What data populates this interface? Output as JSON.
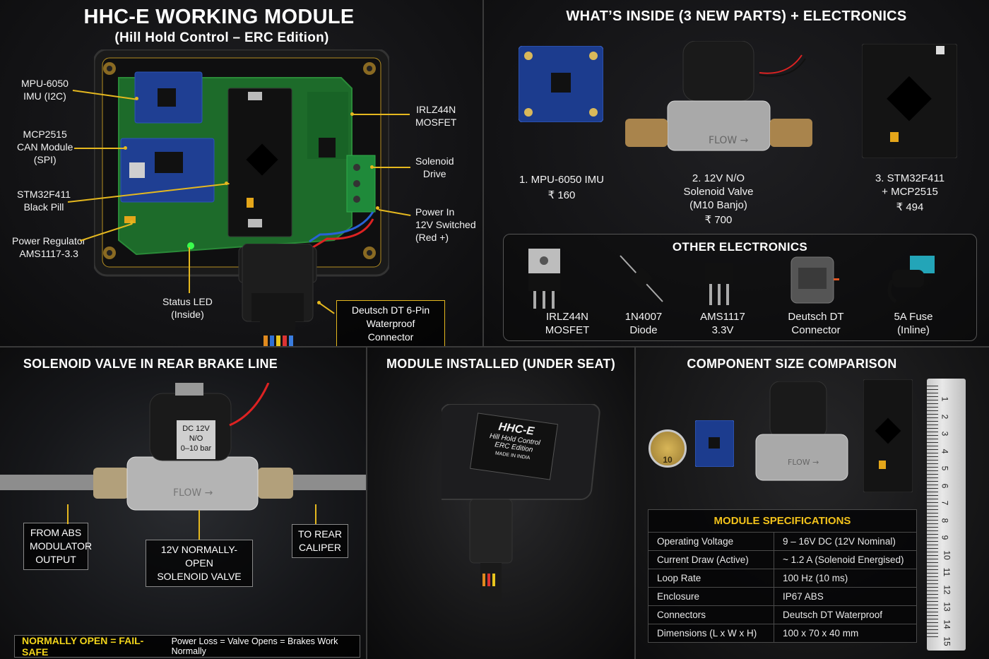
{
  "module_panel": {
    "title": "HHC-E WORKING MODULE",
    "subtitle": "(Hill Hold Control – ERC Edition)",
    "callouts": {
      "imu": [
        "MPU-6050",
        "IMU (I2C)"
      ],
      "can": [
        "MCP2515",
        "CAN Module",
        "(SPI)"
      ],
      "mcu": [
        "STM32F411",
        "Black Pill"
      ],
      "reg": [
        "Power Regulator",
        "AMS1117-3.3"
      ],
      "led": [
        "Status LED",
        "(Inside)"
      ],
      "mosfet": [
        "IRLZ44N",
        "MOSFET"
      ],
      "drive": [
        "Solenoid",
        "Drive"
      ],
      "power": [
        "Power In",
        "12V Switched",
        "(Red +)"
      ],
      "connector": [
        "Deutsch DT 6-Pin",
        "Waterproof Connector"
      ]
    }
  },
  "inside_panel": {
    "title": "WHAT’S INSIDE (3 NEW PARTS) + ELECTRONICS",
    "parts": [
      {
        "lines": [
          "1. MPU-6050 IMU",
          "₹ 160"
        ]
      },
      {
        "lines": [
          "2. 12V N/O",
          "Solenoid Valve",
          "(M10 Banjo)",
          "₹ 700"
        ]
      },
      {
        "lines": [
          "3. STM32F411",
          "+ MCP2515",
          "₹ 494"
        ]
      }
    ],
    "other_title": "OTHER ELECTRONICS",
    "other": [
      {
        "lines": [
          "IRLZ44N",
          "MOSFET"
        ],
        "icon": "mosfet-icon"
      },
      {
        "lines": [
          "1N4007",
          "Diode"
        ],
        "icon": "diode-icon"
      },
      {
        "lines": [
          "AMS1117",
          "3.3V"
        ],
        "icon": "regulator-icon"
      },
      {
        "lines": [
          "Deutsch DT",
          "Connector"
        ],
        "icon": "connector-icon"
      },
      {
        "lines": [
          "5A Fuse",
          "(Inline)"
        ],
        "icon": "fuse-icon"
      }
    ]
  },
  "brake_panel": {
    "title": "SOLENOID VALVE IN REAR BRAKE LINE",
    "valve_label": [
      "DC 12V",
      "N/O",
      "0–10 bar"
    ],
    "flow_text": "FLOW",
    "from_abs": [
      "FROM ABS",
      "MODULATOR",
      "OUTPUT"
    ],
    "valve_callout": [
      "12V NORMALLY-OPEN",
      "SOLENOID VALVE"
    ],
    "to_caliper": [
      "TO REAR",
      "CALIPER"
    ],
    "failsafe_highlight": "NORMALLY OPEN = FAIL-SAFE",
    "failsafe_note": "Power Loss = Valve Opens = Brakes Work Normally"
  },
  "install_panel": {
    "title": "MODULE INSTALLED (UNDER SEAT)",
    "box_title": "HHC-E",
    "box_sub1": "Hill Hold Control",
    "box_sub2": "ERC Edition",
    "box_made": "MADE IN INDIA"
  },
  "size_panel": {
    "title": "COMPONENT SIZE COMPARISON",
    "coin_text": "10",
    "ruler_numbers": [
      "1",
      "2",
      "3",
      "4",
      "5",
      "6",
      "7",
      "8",
      "9",
      "10",
      "11",
      "12",
      "13",
      "14",
      "15"
    ],
    "spec_title": "MODULE SPECIFICATIONS",
    "specs": [
      [
        "Operating Voltage",
        "9 – 16V DC (12V Nominal)"
      ],
      [
        "Current Draw (Active)",
        "~ 1.2 A (Solenoid Energised)"
      ],
      [
        "Loop Rate",
        "100 Hz (10 ms)"
      ],
      [
        "Enclosure",
        "IP67 ABS"
      ],
      [
        "Connectors",
        "Deutsch DT Waterproof"
      ],
      [
        "Dimensions (L x W x H)",
        "100 x 70 x 40 mm"
      ]
    ]
  },
  "colors": {
    "accent": "#e5b81f",
    "pcb": "#1f7a2e",
    "pcb_blue": "#1e3f8f"
  }
}
